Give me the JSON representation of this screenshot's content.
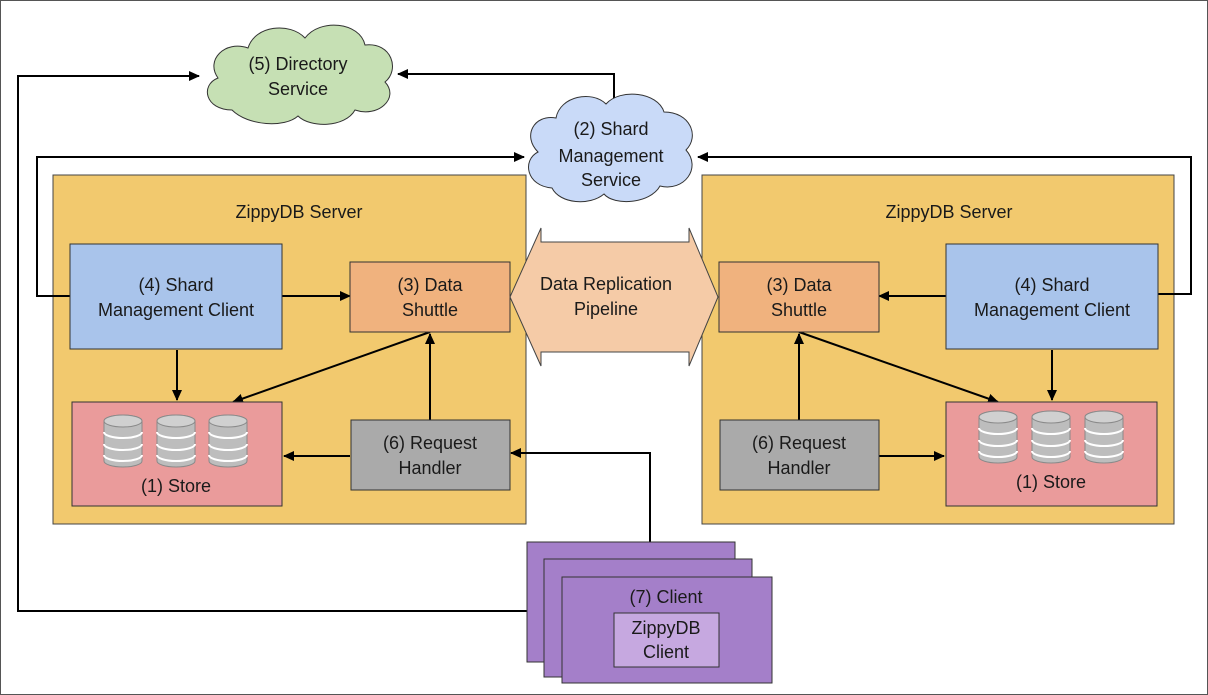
{
  "directory_service": {
    "line1": "(5) Directory",
    "line2": "Service"
  },
  "shard_management_service": {
    "line1": "(2) Shard",
    "line2": "Management",
    "line3": "Service"
  },
  "left_server": {
    "title": "ZippyDB Server",
    "shard_client": {
      "line1": "(4) Shard",
      "line2": "Management Client"
    },
    "data_shuttle": {
      "line1": "(3) Data",
      "line2": "Shuttle"
    },
    "store": {
      "label": "(1) Store"
    },
    "request_handler": {
      "line1": "(6) Request",
      "line2": "Handler"
    }
  },
  "right_server": {
    "title": "ZippyDB Server",
    "shard_client": {
      "line1": "(4) Shard",
      "line2": "Management Client"
    },
    "data_shuttle": {
      "line1": "(3) Data",
      "line2": "Shuttle"
    },
    "store": {
      "label": "(1) Store"
    },
    "request_handler": {
      "line1": "(6) Request",
      "line2": "Handler"
    }
  },
  "replication_pipeline": {
    "line1": "Data Replication",
    "line2": "Pipeline"
  },
  "client": {
    "label": "(7) Client",
    "inner_line1": "ZippyDB",
    "inner_line2": "Client"
  },
  "colors": {
    "server_bg": "#f2c96e",
    "shard_client_bg": "#a9c4eb",
    "data_shuttle_bg": "#f0b27e",
    "store_bg": "#ea9b9b",
    "request_handler_bg": "#aaaaaa",
    "pipeline_bg": "#f5cba7",
    "directory_bg": "#c6e0b4",
    "shard_service_bg": "#c9daf8",
    "client_bg": "#a47fc9",
    "client_inner_bg": "#c6a8e0"
  }
}
